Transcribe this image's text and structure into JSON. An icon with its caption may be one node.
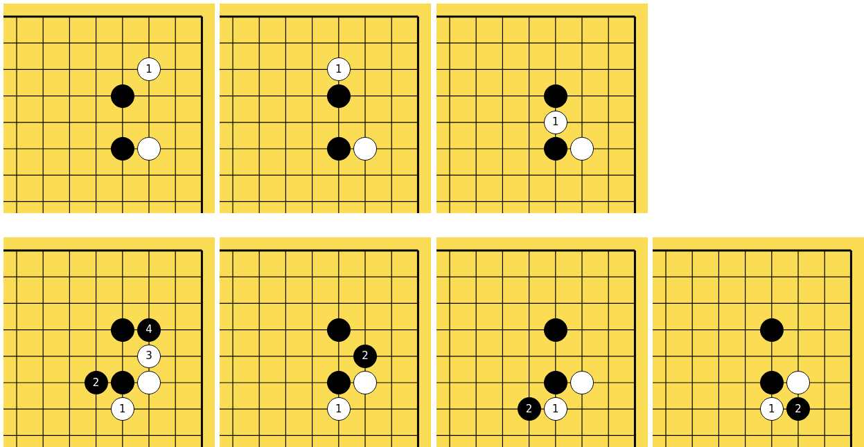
{
  "diagram": {
    "nodes": [
      {
        "text": [],
        "shape": "box"
      },
      {
        "text": [
          "1"
        ],
        "in": 0
      },
      {
        "text": [],
        "shape": "circle",
        "in": 0
      },
      {
        "text": [],
        "shape": "circle",
        "in": 0
      },
      {
        "text": [],
        "shape": "circle",
        "in": 0
      },
      {
        "text": [],
        "shape": "box"
      },
      {
        "text": [
          "1"
        ],
        "in": 5
      },
      {
        "text": [],
        "shape": "circle",
        "in": 5
      },
      {
        "text": [],
        "shape": "circle",
        "in": 5
      },
      {
        "text": [],
        "shape": "circle",
        "in": 5
      },
      {
        "text": [],
        "shape": "box"
      },
      {
        "text": [],
        "shape": "circle",
        "in": 10
      },
      {
        "text": [
          "1"
        ],
        "in": 10
      },
      {
        "text": [],
        "shape": "circle",
        "in": 10
      },
      {
        "text": [],
        "shape": "circle",
        "in": 10
      },
      {
        "text": [],
        "shape": "box"
      },
      {
        "text": [],
        "shape": "circle",
        "in": 15
      },
      {
        "text": [
          "4"
        ],
        "in": 15
      },
      {
        "text": [
          "3"
        ],
        "in": 15
      },
      {
        "text": [
          "2"
        ],
        "in": 15
      },
      {
        "text": [],
        "shape": "circle",
        "in": 15
      },
      {
        "text": [],
        "shape": "circle",
        "in": 15
      },
      {
        "text": [
          "1"
        ],
        "in": 15
      },
      {
        "text": [],
        "shape": "box"
      },
      {
        "text": [],
        "shape": "circle",
        "in": 23
      },
      {
        "text": [
          "2"
        ],
        "in": 23
      },
      {
        "text": [],
        "shape": "circle",
        "in": 23
      },
      {
        "text": [],
        "shape": "circle",
        "in": 23
      },
      {
        "text": [
          "1"
        ],
        "in": 23
      },
      {
        "text": [],
        "shape": "box"
      },
      {
        "text": [],
        "shape": "circle",
        "in": 29
      },
      {
        "text": [],
        "shape": "circle",
        "in": 29
      },
      {
        "text": [],
        "shape": "circle",
        "in": 29
      },
      {
        "text": [
          "2"
        ],
        "in": 29
      },
      {
        "text": [
          "1"
        ],
        "in": 29
      },
      {
        "text": [],
        "shape": "box"
      },
      {
        "text": [],
        "shape": "circle",
        "in": 35
      },
      {
        "text": [],
        "shape": "circle",
        "in": 35
      },
      {
        "text": [],
        "shape": "circle",
        "in": 35
      },
      {
        "text": [
          "1"
        ],
        "in": 35
      },
      {
        "text": [
          "2"
        ],
        "in": 35
      }
    ]
  }
}
